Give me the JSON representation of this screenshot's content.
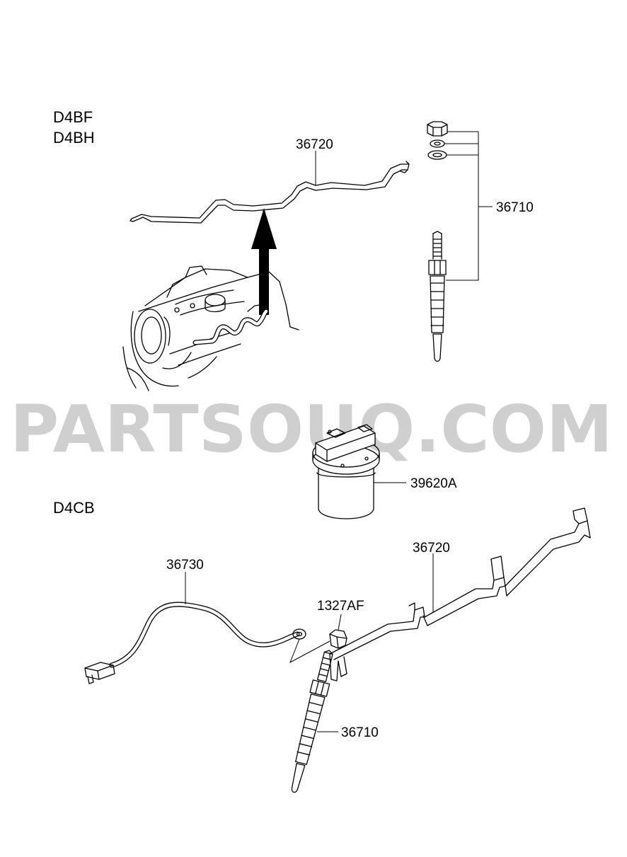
{
  "watermark": "PARTSOUQ.COM",
  "engine_groups": {
    "top_1": "D4BF",
    "top_2": "D4BH",
    "bottom": "D4CB"
  },
  "callouts": {
    "top_harness": "36720",
    "top_glow_plug": "36710",
    "relay": "39620A",
    "bottom_harness": "36720",
    "cable": "36730",
    "nut": "1327AF",
    "bottom_glow_plug": "36710"
  }
}
